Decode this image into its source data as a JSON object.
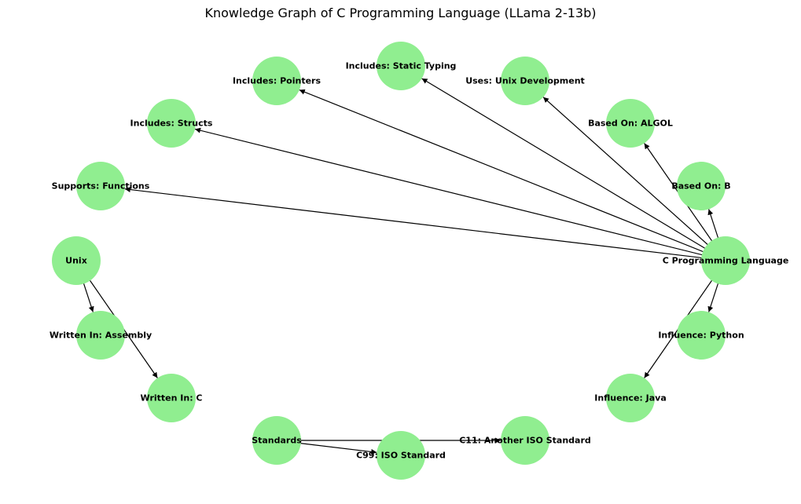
{
  "title": "Knowledge Graph of C Programming Language (LLama 2-13b)",
  "colors": {
    "node_fill": "#90EE90",
    "edge": "#000000",
    "label": "#000000",
    "background": "#ffffff"
  },
  "nodes": [
    {
      "id": "c",
      "label": "C Programming Language"
    },
    {
      "id": "based_b",
      "label": "Based On: B"
    },
    {
      "id": "based_algol",
      "label": "Based On: ALGOL"
    },
    {
      "id": "uses_unix",
      "label": "Uses: Unix Development"
    },
    {
      "id": "static",
      "label": "Includes: Static Typing"
    },
    {
      "id": "pointers",
      "label": "Includes: Pointers"
    },
    {
      "id": "structs",
      "label": "Includes: Structs"
    },
    {
      "id": "functions",
      "label": "Supports: Functions"
    },
    {
      "id": "unix",
      "label": "Unix"
    },
    {
      "id": "assembly",
      "label": "Written In: Assembly"
    },
    {
      "id": "written_c",
      "label": "Written In: C"
    },
    {
      "id": "standards",
      "label": "Standards"
    },
    {
      "id": "c99",
      "label": "C99: ISO Standard"
    },
    {
      "id": "c11",
      "label": "C11: Another ISO Standard"
    },
    {
      "id": "java",
      "label": "Influence: Java"
    },
    {
      "id": "python",
      "label": "Influence: Python"
    }
  ],
  "edges": [
    {
      "from": "c",
      "to": "based_b"
    },
    {
      "from": "c",
      "to": "based_algol"
    },
    {
      "from": "c",
      "to": "uses_unix"
    },
    {
      "from": "c",
      "to": "static"
    },
    {
      "from": "c",
      "to": "pointers"
    },
    {
      "from": "c",
      "to": "structs"
    },
    {
      "from": "c",
      "to": "functions"
    },
    {
      "from": "c",
      "to": "python"
    },
    {
      "from": "c",
      "to": "java"
    },
    {
      "from": "unix",
      "to": "assembly"
    },
    {
      "from": "unix",
      "to": "written_c"
    },
    {
      "from": "standards",
      "to": "c99"
    },
    {
      "from": "standards",
      "to": "c11"
    }
  ]
}
